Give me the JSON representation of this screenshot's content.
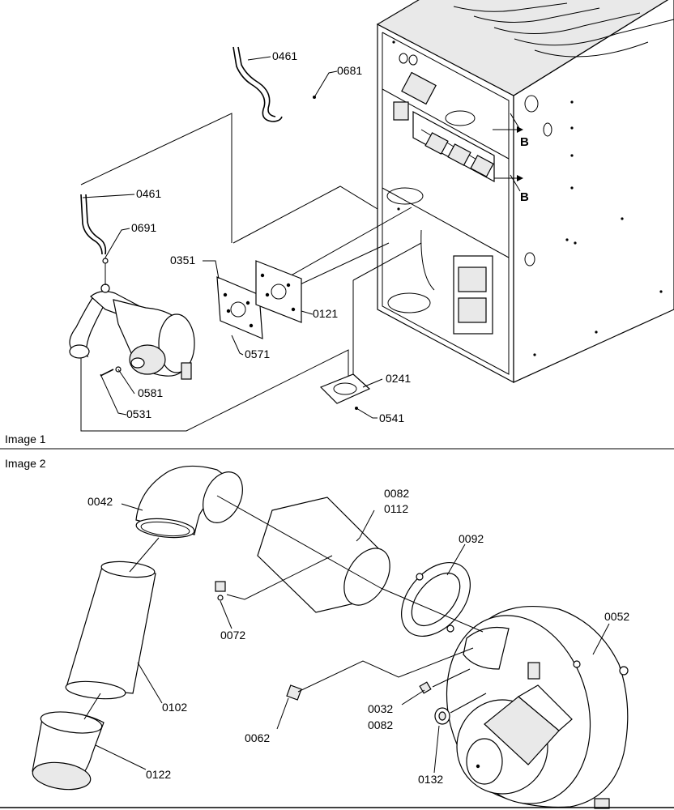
{
  "panels": {
    "image1": "Image 1",
    "image2": "Image 2"
  },
  "image1": {
    "view_marks": [
      "B",
      "B"
    ],
    "callouts": [
      "0461",
      "0681",
      "0461",
      "0691",
      "0351",
      "0121",
      "0571",
      "0581",
      "0531",
      "0241",
      "0541"
    ]
  },
  "image2": {
    "callouts": [
      "0042",
      "0082",
      "0112",
      "0092",
      "0052",
      "0072",
      "0102",
      "0032",
      "0082",
      "0062",
      "0132",
      "0122"
    ]
  }
}
